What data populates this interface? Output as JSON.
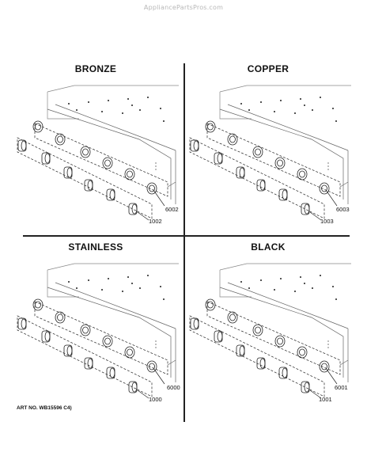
{
  "watermark": "AppliancePartsPros.com",
  "quadrants": [
    {
      "title": "BRONZE",
      "part_upper": "6002",
      "part_lower": "1002"
    },
    {
      "title": "COPPER",
      "part_upper": "6003",
      "part_lower": "1003"
    },
    {
      "title": "STAINLESS",
      "part_upper": "6000",
      "part_lower": "1000"
    },
    {
      "title": "BLACK",
      "part_upper": "6001",
      "part_lower": "1001"
    }
  ],
  "art_number": "ART NO. WB15596 C4)"
}
